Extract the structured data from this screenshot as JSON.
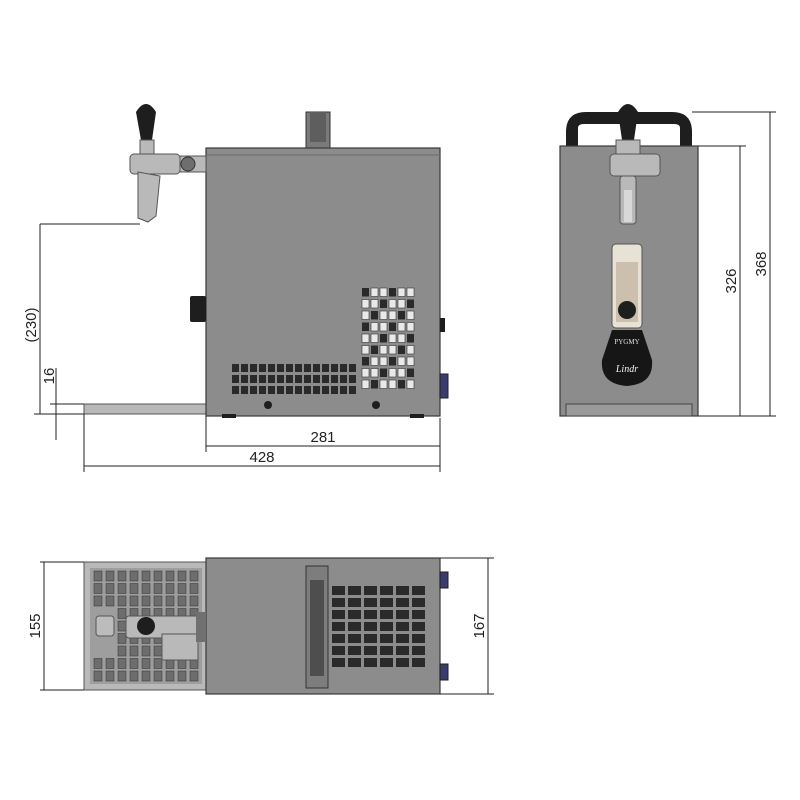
{
  "dimensions": {
    "side_view": {
      "tap_height": "(230)",
      "drip_tray_height": "16",
      "body_depth": "281",
      "overall_depth": "428"
    },
    "front_view": {
      "body_height": "326",
      "overall_height": "368"
    },
    "top_view": {
      "tray_width": "155",
      "body_width": "167"
    }
  },
  "front_panel": {
    "model_label": "PYGMY",
    "brand_logo": "Lindr"
  },
  "colors": {
    "body": "#8c8c8c",
    "outline": "#3a3a3a",
    "handle": "#1e1e1e",
    "steel": "#b9b9b9",
    "dimension": "#222222"
  }
}
